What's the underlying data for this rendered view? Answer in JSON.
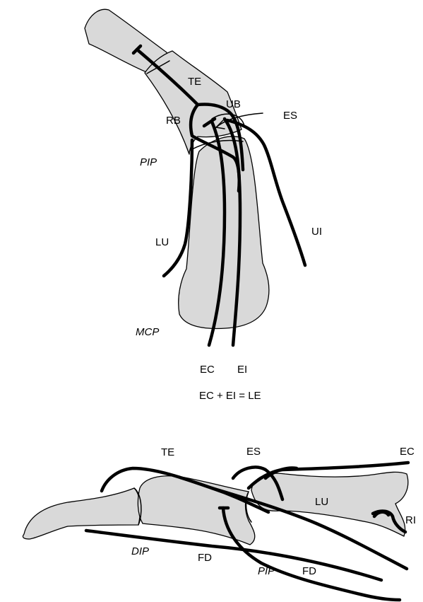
{
  "top_view": {
    "labels": {
      "te": "TE",
      "ub": "UB",
      "es": "ES",
      "rb": "RB",
      "pip": "PIP",
      "ui": "UI",
      "lu": "LU",
      "mcp": "MCP",
      "ec": "EC",
      "ei": "EI",
      "equation": "EC + EI = LE"
    }
  },
  "side_view": {
    "labels": {
      "te": "TE",
      "es": "ES",
      "ec": "EC",
      "lu": "LU",
      "ri": "RI",
      "dip": "DIP",
      "fd_1": "FD",
      "pip": "PIP",
      "fd_2": "FD"
    }
  },
  "colors": {
    "bone_fill": "#d9d9d9",
    "tendon_stroke": "#000000"
  }
}
